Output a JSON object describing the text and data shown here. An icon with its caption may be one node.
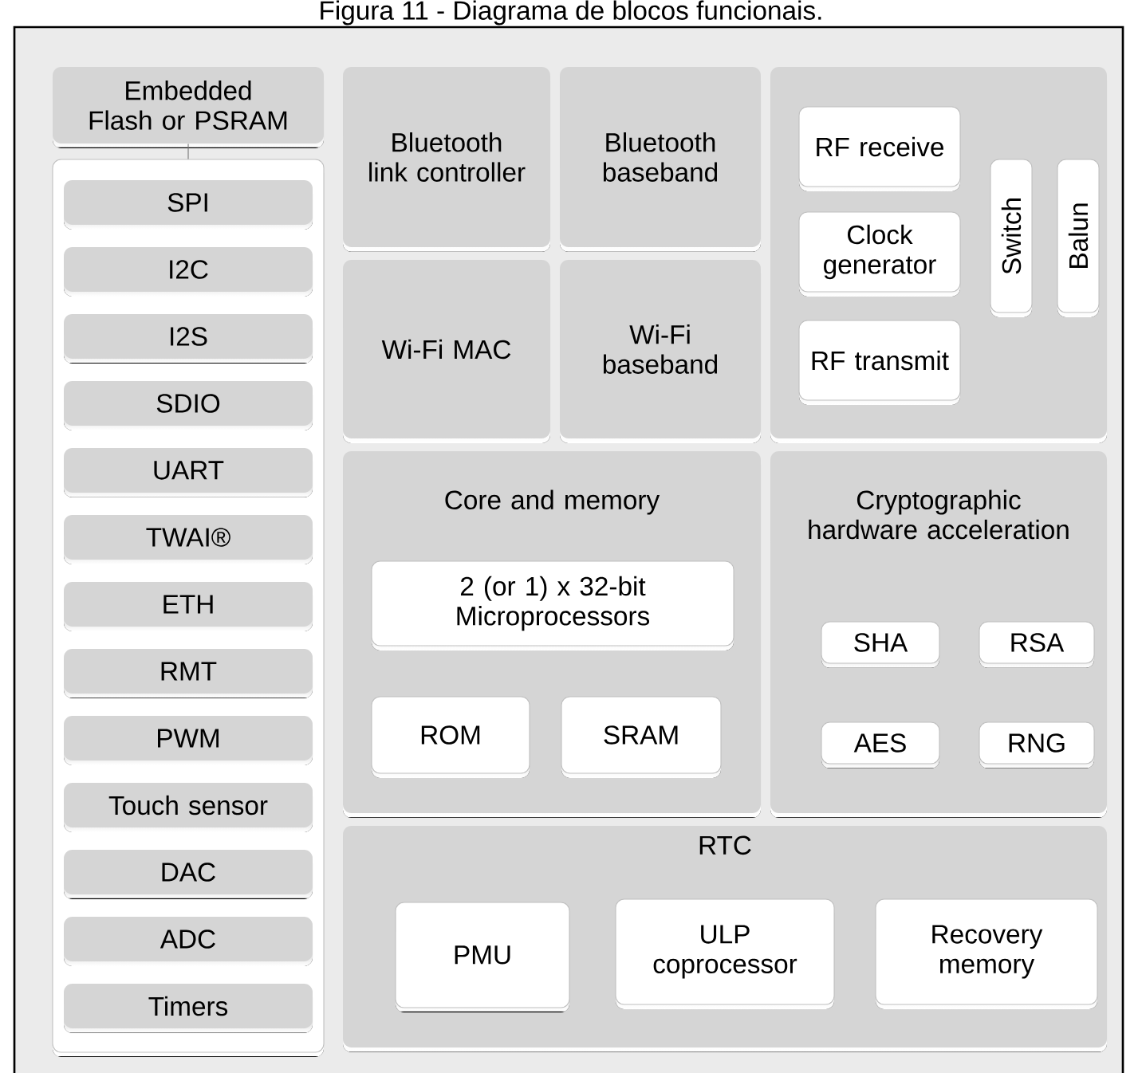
{
  "diagram": {
    "title": "Figura 11 - Diagrama de blocos funcionais.",
    "nodes": [
      {
        "text": [
          "Embedded Flash or PSRAM"
        ]
      },
      {
        "text": [],
        "shape": "box"
      },
      {
        "text": [
          "SPI"
        ],
        "in": 1
      },
      {
        "text": [
          "I2C"
        ],
        "in": 1
      },
      {
        "text": [
          "I2S"
        ],
        "in": 1
      },
      {
        "text": [
          "SDIO"
        ],
        "in": 1
      },
      {
        "text": [
          "UART"
        ],
        "in": 1
      },
      {
        "text": [
          "TWAI®"
        ],
        "in": 1
      },
      {
        "text": [
          "ETH"
        ],
        "in": 1
      },
      {
        "text": [
          "RMT"
        ],
        "in": 1
      },
      {
        "text": [
          "PWM"
        ],
        "in": 1
      },
      {
        "text": [
          "Touch sensor"
        ],
        "in": 1
      },
      {
        "text": [
          "DAC"
        ],
        "in": 1
      },
      {
        "text": [
          "ADC"
        ],
        "in": 1
      },
      {
        "text": [
          "Timers"
        ],
        "in": 1
      },
      {
        "text": [
          "Bluetooth link controller"
        ]
      },
      {
        "text": [
          "Bluetooth baseband"
        ]
      },
      {
        "text": [],
        "shape": "box"
      },
      {
        "text": [
          "RF receive"
        ],
        "in": 17
      },
      {
        "text": [
          "Clock generator"
        ],
        "in": 17
      },
      {
        "text": [
          "RF transmit"
        ],
        "in": 17
      },
      {
        "text": [
          "Switch"
        ],
        "in": 17
      },
      {
        "text": [
          "Balun"
        ],
        "in": 17
      },
      {
        "text": [
          "Wi-Fi MAC"
        ]
      },
      {
        "text": [
          "Wi-Fi baseband"
        ]
      },
      {
        "text": [
          "Core and memory"
        ]
      },
      {
        "text": [
          "2 (or 1) x 32-bit Microprocessors"
        ],
        "in": 25
      },
      {
        "text": [
          "ROM"
        ],
        "in": 25
      },
      {
        "text": [
          "SRAM"
        ],
        "in": 25
      },
      {
        "text": [
          "Cryptographic hardware acceleration"
        ]
      },
      {
        "text": [
          "SHA"
        ],
        "in": 29
      },
      {
        "text": [
          "RSA"
        ],
        "in": 29
      },
      {
        "text": [
          "AES"
        ],
        "in": 29
      },
      {
        "text": [
          "RNG"
        ],
        "in": 29
      },
      {
        "text": [
          "RTC"
        ]
      },
      {
        "text": [
          "PMU"
        ],
        "in": 34
      },
      {
        "text": [
          "ULP coprocessor"
        ],
        "in": 34
      },
      {
        "text": [
          "Recovery memory"
        ],
        "in": 34
      }
    ],
    "edges": [
      {
        "from": 0,
        "to": 1,
        "arrow": "none"
      }
    ]
  }
}
